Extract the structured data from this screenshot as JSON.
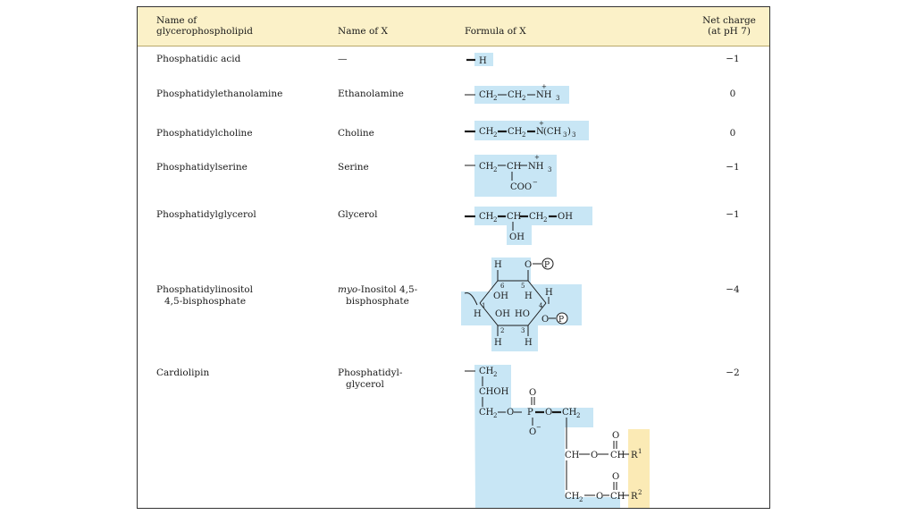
{
  "headers": {
    "col1": [
      "Name of",
      "glycerophospholipid"
    ],
    "col2": "Name of X",
    "col3": "Formula of X",
    "col4": [
      "Net charge",
      "(at pH 7)"
    ]
  },
  "rows": [
    {
      "name": [
        "Phosphatidic acid"
      ],
      "x": [
        "—"
      ],
      "formula": "H",
      "charge": "−1"
    },
    {
      "name": [
        "Phosphatidylethanolamine"
      ],
      "x": [
        "Ethanolamine"
      ],
      "formula": "CH₂—CH₂—N̈H₃",
      "charge": "0"
    },
    {
      "name": [
        "Phosphatidylcholine"
      ],
      "x": [
        "Choline"
      ],
      "formula": "CH₂—CH₂—N(CH₃)₃",
      "charge": "0"
    },
    {
      "name": [
        "Phosphatidylserine"
      ],
      "x": [
        "Serine"
      ],
      "formula": "CH₂—CH—NH₃ / COO⁻",
      "charge": "−1"
    },
    {
      "name": [
        "Phosphatidylglycerol"
      ],
      "x": [
        "Glycerol"
      ],
      "formula": "CH₂—CH—CH₂—OH / OH",
      "charge": "−1"
    },
    {
      "name": [
        "Phosphatidylinositol",
        "4,5-bisphosphate"
      ],
      "x_italic": "myo",
      "x": [
        "-Inositol 4,5-",
        "bisphosphate"
      ],
      "formula": "inositol ring",
      "charge": "−4"
    },
    {
      "name": [
        "Cardiolipin"
      ],
      "x": [
        "Phosphatidyl-",
        "glycerol"
      ],
      "formula": "phosphatidylglycerol chain",
      "charge": "−2"
    }
  ],
  "formula_text": {
    "h": "H",
    "nh3": "NH",
    "three": "3",
    "ch2": "CH",
    "two": "2",
    "ch": "CH",
    "n": "N",
    "ch3_3": "(CH",
    "close3": ")",
    "coo": "COO",
    "minus": "−",
    "oh": "OH",
    "ho": "HO",
    "o": "O",
    "p": "P",
    "chhoh": "CHOH",
    "r1": "R",
    "r2": "R",
    "one": "1",
    "four": "4",
    "five": "5",
    "six": "6",
    "plus": "+"
  }
}
